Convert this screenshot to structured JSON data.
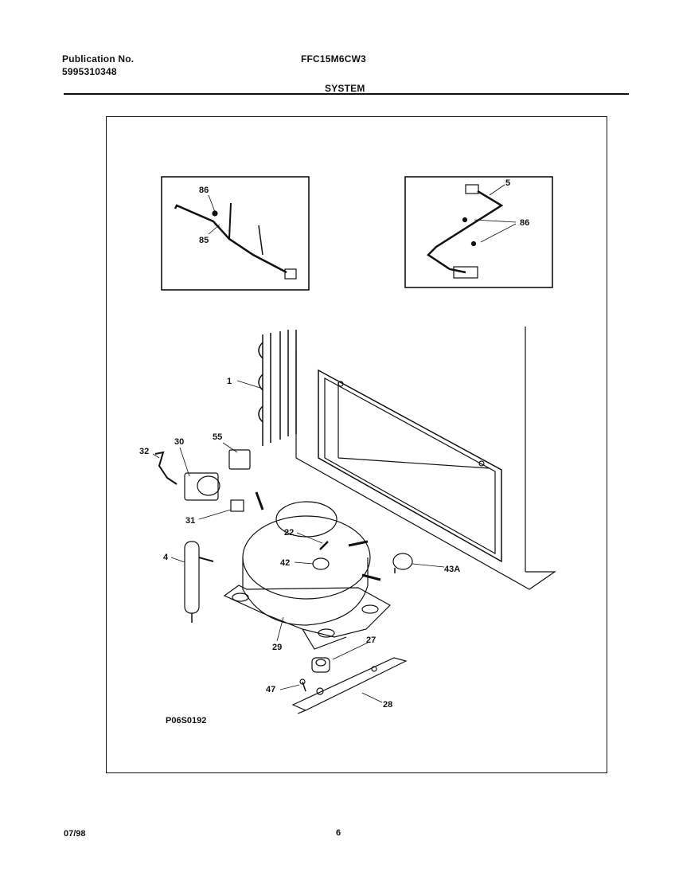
{
  "header": {
    "publication_label": "Publication No.",
    "publication_number": "5995310348",
    "model": "FFC15M6CW3",
    "section": "SYSTEM"
  },
  "diagram": {
    "figure_code": "P06S0192",
    "callouts": {
      "c86a": "86",
      "c85": "85",
      "c5": "5",
      "c86b": "86",
      "c1": "1",
      "c30": "30",
      "c55": "55",
      "c32": "32",
      "c31": "31",
      "c4": "4",
      "c22": "22",
      "c42": "42",
      "c43a": "43A",
      "c29": "29",
      "c27": "27",
      "c47": "47",
      "c28": "28"
    }
  },
  "footer": {
    "date": "07/98",
    "page": "6"
  }
}
